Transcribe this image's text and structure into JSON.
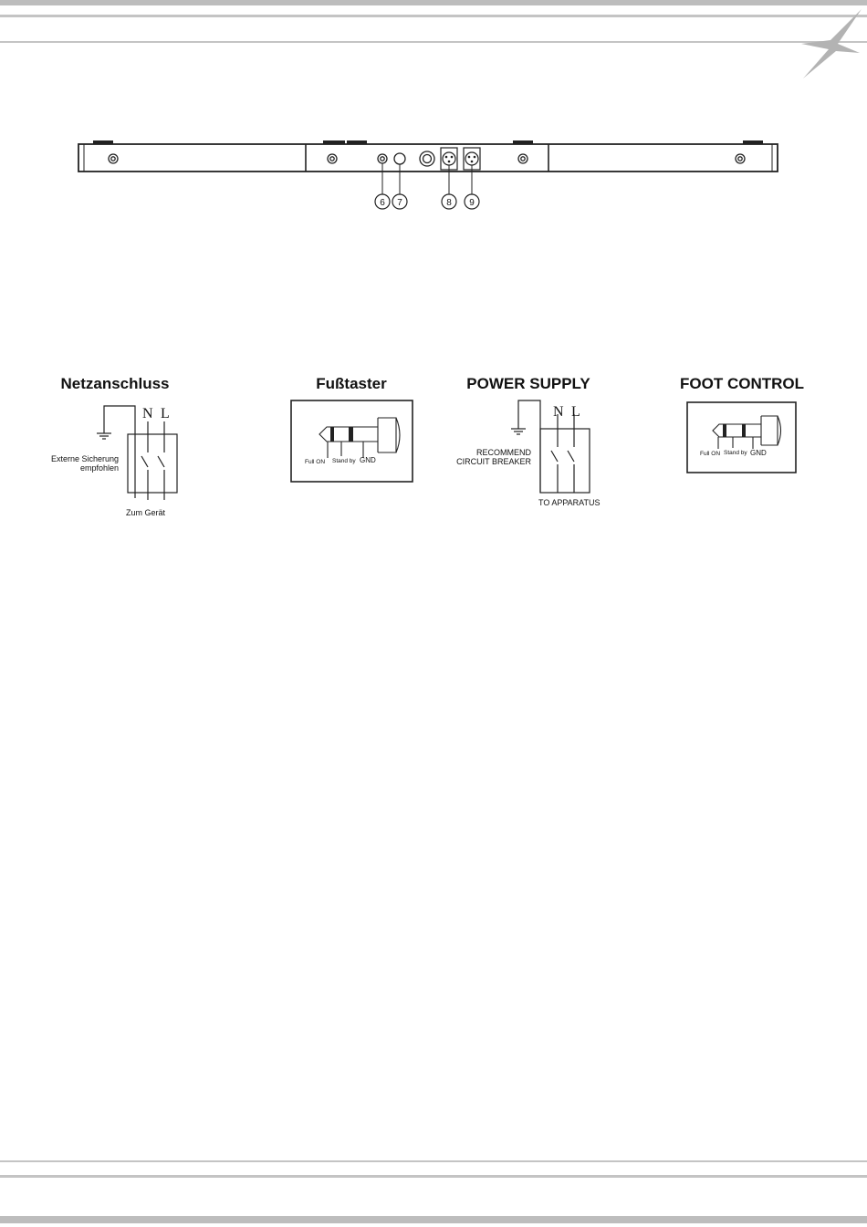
{
  "rear_panel": {
    "callouts": [
      "6",
      "7",
      "8",
      "9"
    ]
  },
  "diagrams": {
    "netzanschluss": {
      "title": "Netzanschluss",
      "label_n": "N",
      "label_l": "L",
      "fuse_line1": "Externe Sicherung",
      "fuse_line2": "empfohlen",
      "output": "Zum Gerät"
    },
    "fusstaster": {
      "title": "Fußtaster",
      "full_on": "Full ON",
      "stand_by": "Stand by",
      "gnd": "GND"
    },
    "power_supply": {
      "title": "POWER SUPPLY",
      "label_n": "N",
      "label_l": "L",
      "breaker_line1": "RECOMMEND",
      "breaker_line2": "CIRCUIT BREAKER",
      "output": "TO APPARATUS"
    },
    "foot_control": {
      "title": "FOOT CONTROL",
      "full_on": "Full ON",
      "stand_by": "Stand by",
      "gnd": "GND"
    }
  }
}
